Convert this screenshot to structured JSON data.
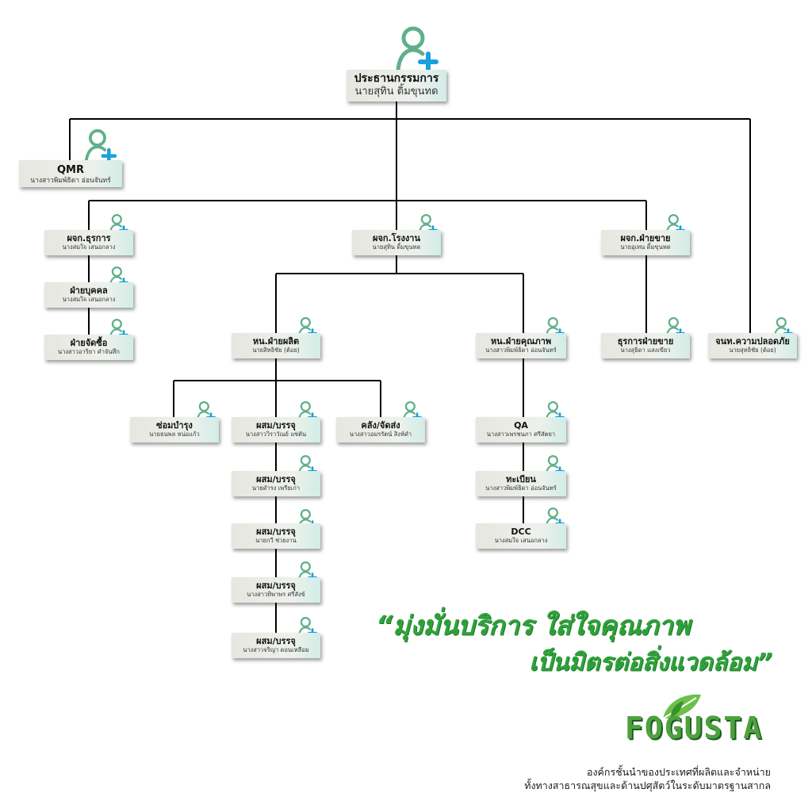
{
  "org": {
    "chairman": {
      "title": "ประธานกรรมการ",
      "name": "นายสุทิน ดิ้มขุนทด"
    },
    "qmr": {
      "title": "QMR",
      "name": "นางสาวพิมพ์ธิดา อ่อนจันทร์"
    },
    "admin_mgr": {
      "title": "ผจก.ธุรการ",
      "name": "นางสมใจ เสนอกลาง"
    },
    "hr": {
      "title": "ฝ่ายบุคคล",
      "name": "นางสมใจ เสนอกลาง"
    },
    "purchase": {
      "title": "ฝ่ายจัดซื้อ",
      "name": "นางสาวอาริยา คำจันทึก"
    },
    "plant_mgr": {
      "title": "ผจก.โรงงาน",
      "name": "นายสุทิน ดิ้มขุนทด"
    },
    "sales_mgr": {
      "title": "ผจก.ฝ่ายขาย",
      "name": "นายอุเทน ดิ้มขุนทด"
    },
    "safety": {
      "title": "จนท.ความปลอดภัย",
      "name": "นายสุทธิชัย (ต้อย)"
    },
    "prod_head": {
      "title": "หน.ฝ่ายผลิต",
      "name": "นายสิทธิชัย (ต้อย)"
    },
    "qual_head": {
      "title": "หน.ฝ่ายคุณภาพ",
      "name": "นางสาวพิมพ์ธิดา อ่อนจันทร์"
    },
    "sales_admin": {
      "title": "ธุรการฝ่ายขาย",
      "name": "นางสุธิดา แสงเขียว"
    },
    "maint": {
      "title": "ซ่อมบำรุง",
      "name": "นายธนพล หน่อแก้ว"
    },
    "mix1": {
      "title": "ผสม/บรรจุ",
      "name": "นางสาววิราวัณย์ แซ่ตัน"
    },
    "store": {
      "title": "คลัง/จัดส่ง",
      "name": "นางสาวอมรรัตน์ สิงห์คำ"
    },
    "mix2": {
      "title": "ผสม/บรรจุ",
      "name": "นายดำรง เพรียเก่า"
    },
    "mix3": {
      "title": "ผสม/บรรจุ",
      "name": "นายกวี ช่วยงาน"
    },
    "mix4": {
      "title": "ผสม/บรรจุ",
      "name": "นางสาวทิพาพร ศรีสังข์"
    },
    "mix5": {
      "title": "ผสม/บรรจุ",
      "name": "นางสาวจริญา ดอนเหลือม"
    },
    "qa": {
      "title": "QA",
      "name": "นางสาวเพรชนภา ศรีสัตยา"
    },
    "reg": {
      "title": "ทะเบียน",
      "name": "นางสาวพิมพ์ธิดา อ่อนจันทร์"
    },
    "dcc": {
      "title": "DCC",
      "name": "นางสมใจ เสนอกลาง"
    }
  },
  "slogan": {
    "line1": "“มุ่งมั่นบริการ ใส่ใจคุณภาพ",
    "line2": "เป็นมิตรต่อสิ่งแวดล้อม”"
  },
  "brand": {
    "name": "FOGUSTA",
    "tagline1": "องค์กรชั้นนำของประเทศที่ผลิตและจำหน่าย",
    "tagline2": "ทั้งทางสาธารณสุขและด้านปศุสัตว์ในระดับมาตรฐานสากล"
  },
  "icons": {
    "person": "person-add-icon",
    "leaf": "leaf-icon"
  },
  "colors": {
    "accent": "#2fa23a",
    "icon_green": "#5fb08a",
    "icon_blue": "#1aa0dc",
    "line": "#000000"
  }
}
